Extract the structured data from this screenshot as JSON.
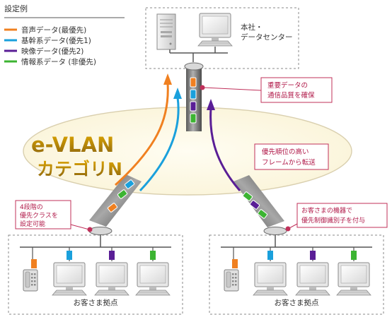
{
  "legend": {
    "title": "設定例",
    "items": [
      {
        "label": "音声データ(最優先)",
        "color": "#f08020"
      },
      {
        "label": "基幹系データ(優先1)",
        "color": "#1aa0dc"
      },
      {
        "label": "映像データ(優先2)",
        "color": "#5a1e96"
      },
      {
        "label": "情報系データ (非優先)",
        "color": "#3cb432"
      }
    ]
  },
  "hq": {
    "line1": "本社・",
    "line2": "データセンター"
  },
  "center": {
    "line1": "e-VLAN",
    "line2": "カテゴリN"
  },
  "callouts": {
    "quality": {
      "line1": "重要データの",
      "line2": "通信品質を確保"
    },
    "priority": {
      "line1": "優先順位の高い",
      "line2": "フレームから転送"
    },
    "four_class": {
      "line1": "4段階の",
      "line2": "優先クラスを",
      "line3": "設定可能"
    },
    "device": {
      "line1": "お客さまの機器で",
      "line2": "優先制御識別子を付与"
    }
  },
  "sites": {
    "left_label": "お客さま拠点",
    "right_label": "お客さま拠点"
  },
  "colors": {
    "voice": "#f08020",
    "core": "#1aa0dc",
    "video": "#5a1e96",
    "info": "#3cb432",
    "callout_border": "#c0305a",
    "callout_text": "#b01848",
    "title_gradient_top": "#d8a000",
    "title_gradient_bottom": "#8c6a10"
  }
}
